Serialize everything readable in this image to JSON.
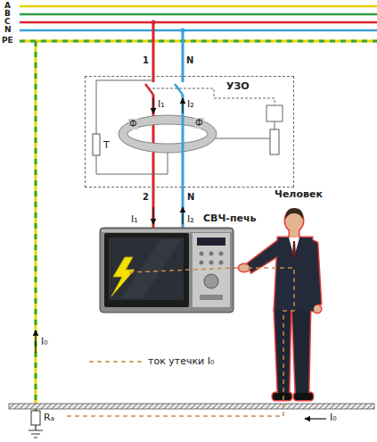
{
  "diagram": {
    "nodes": [
      {
        "text": [
          "УЗО"
        ]
      },
      {
        "text": [
          "СВЧ-печь"
        ]
      },
      {
        "text": [
          "Человек"
        ]
      }
    ],
    "edges": [
      {
        "from": 0,
        "to": 1,
        "arrow": "none",
        "label": "2"
      },
      {
        "from": 0,
        "to": 1,
        "arrow": "none",
        "label": "N"
      },
      {
        "from": 1,
        "to": 2,
        "arrow": "none"
      }
    ],
    "labels": [
      "A",
      "B",
      "C",
      "N",
      "PE",
      "1",
      "N",
      "I₁",
      "I₂",
      "Т",
      "Ф",
      "Ф",
      "I₁",
      "I₂",
      "I₀",
      "ток утечки I₀",
      "I₀",
      "Rₐ"
    ]
  }
}
